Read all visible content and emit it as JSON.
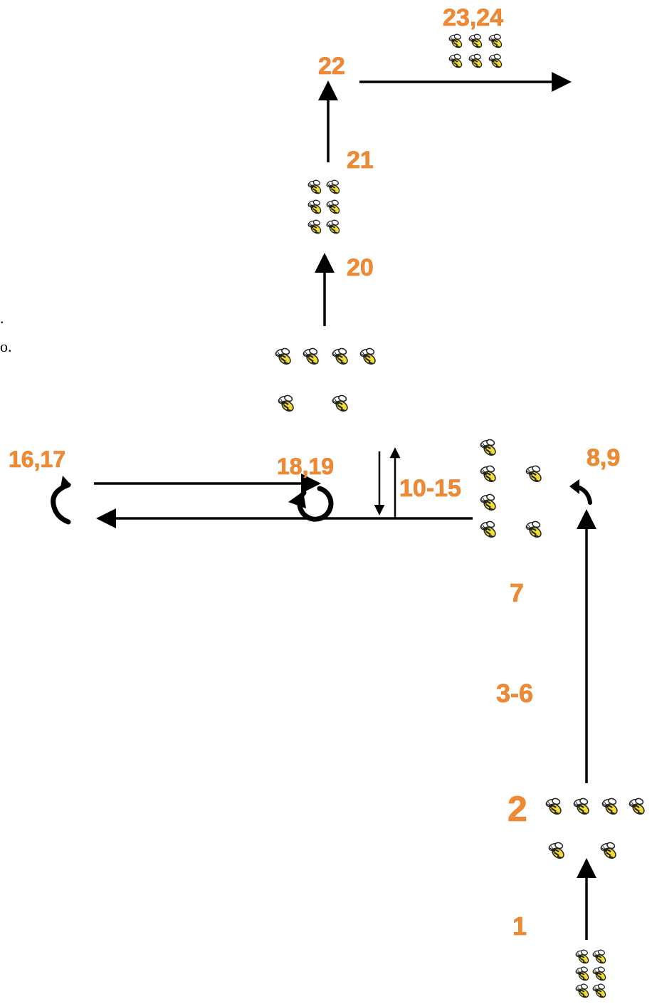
{
  "accent_color": "#F08A32",
  "edge_fragments": [
    ".",
    "o."
  ],
  "counts": {
    "c1": "1",
    "c2": "2",
    "c3_6": "3-6",
    "c7": "7",
    "c8_9": "8,9",
    "c10_15": "10-15",
    "c16_17": "16,17",
    "c18_19": "18,19",
    "c20": "20",
    "c21": "21",
    "c22": "22",
    "c23_24": "23,24"
  },
  "icons": {
    "bee": "bee-icon",
    "arrow": "arrow-icon",
    "turn_left": "turn-left-icon",
    "turn_around": "turn-around-icon",
    "u_turn": "u-turn-icon"
  }
}
